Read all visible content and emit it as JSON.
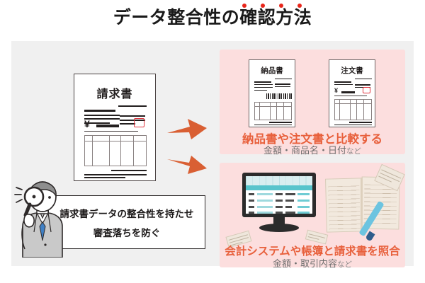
{
  "title": {
    "text": "データ整合性の確認方法",
    "emphasis_dot_count": 4,
    "emphasis_dot_color": "#e8251a",
    "color": "#1a1a1a"
  },
  "colors": {
    "stage_bg": "#f0f0f0",
    "panel_bg": "#fcdede",
    "accent_orange": "#e8603c",
    "arrow_orange": "#d95f33",
    "seal_red": "#e0353f",
    "ink": "#231f1f",
    "monitor_teal": "#57c4cc",
    "pen_blue": "#6cc4e0"
  },
  "left": {
    "invoice": {
      "doc_title": "請求書",
      "currency_symbol": "¥",
      "has_seal_stamp": true,
      "table_columns": 5
    },
    "caption": {
      "line1": "請求書データの整合性を持たせ",
      "line2": "審査落ちを防ぐ"
    },
    "person": {
      "icon": "person-with-magnifier-icon",
      "suit_color": "#c9c9c9",
      "tie_color": "#3f7fc4",
      "hair_color": "#8e8e8e"
    }
  },
  "arrows": [
    {
      "name": "arrow-to-top-panel",
      "direction": "right-up"
    },
    {
      "name": "arrow-to-bottom-panel",
      "direction": "right-down"
    }
  ],
  "panels": [
    {
      "id": "panel-top",
      "heading": "納品書や注文書と比較する",
      "subtext": "金額・商品名・日付",
      "subtext_suffix": "など",
      "documents": [
        {
          "doc_title": "納品書",
          "has_barcode": true,
          "has_yen": false,
          "has_seal": false
        },
        {
          "doc_title": "注文書",
          "has_barcode": false,
          "has_yen": true,
          "has_seal": true
        }
      ]
    },
    {
      "id": "panel-bottom",
      "heading": "会計システムや帳簿と請求書を照合",
      "subtext": "金額・取引内容",
      "subtext_suffix": "など",
      "illustration": {
        "monitor": "accounting-software-monitor-icon",
        "ledger": "ledger-book-icon",
        "pen": "pen-icon",
        "receipts": 3
      }
    }
  ]
}
